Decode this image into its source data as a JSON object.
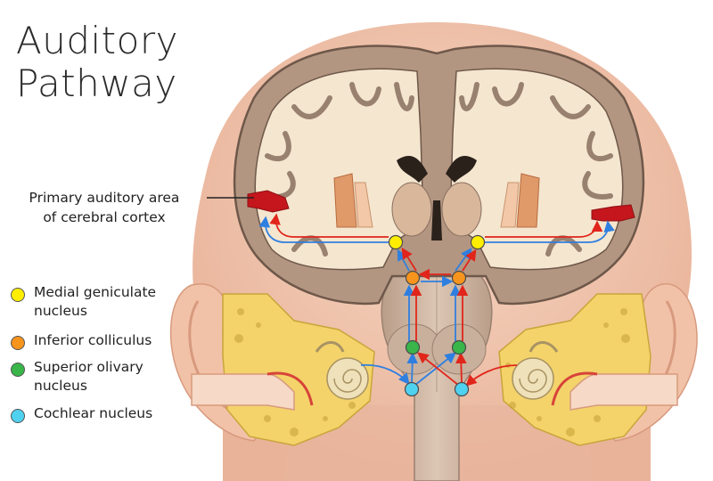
{
  "title_line1": "Auditory",
  "title_line2": "Pathway",
  "cortex_label": {
    "line1": "Primary auditory area",
    "line2": "of cerebral cortex"
  },
  "legend": [
    {
      "label_line1": "Medial geniculate",
      "label_line2": "nucleus",
      "color": "#ffee00"
    },
    {
      "label_line1": "Inferior colliculus",
      "label_line2": "",
      "color": "#f7941d"
    },
    {
      "label_line1": "Superior olivary",
      "label_line2": "nucleus",
      "color": "#39b54a"
    },
    {
      "label_line1": "Cochlear nucleus",
      "label_line2": "",
      "color": "#4fd1f0"
    }
  ],
  "colors": {
    "skin": "#f2cbb5",
    "skin_dark": "#e0a78c",
    "white_matter": "#f5e6cf",
    "cortex": "#b39681",
    "cortex_stroke": "#6e584a",
    "brainstem": "#cdb6a4",
    "auditory_area": "#c4161c",
    "arrow_red": "#e1251b",
    "arrow_blue": "#2f7fe0",
    "bone": "#f4d36a"
  }
}
